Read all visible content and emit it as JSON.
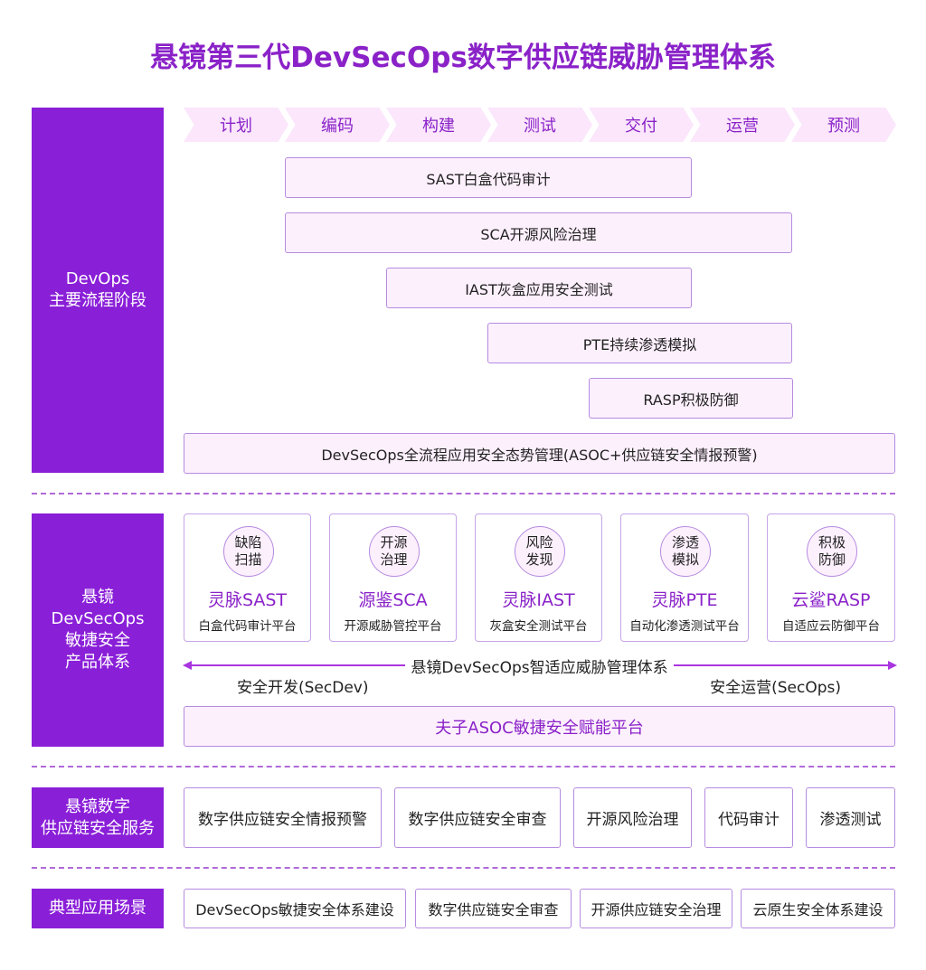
{
  "title": "悬镜第三代DevSecOps数字供应链威胁管理体系",
  "sections": {
    "devops": "DevOps\n主要流程阶段",
    "products": "悬镜\nDevSecOps\n敏捷安全\n产品体系",
    "services": "悬镜数字\n供应链安全服务",
    "scenarios": "典型应用场景"
  },
  "stages": [
    "计划",
    "编码",
    "构建",
    "测试",
    "交付",
    "运营",
    "预测"
  ],
  "bars": [
    "SAST白盒代码审计",
    "SCA开源风险治理",
    "IAST灰盒应用安全测试",
    "PTE持续渗透模拟",
    "RASP积极防御",
    "DevSecOps全流程应用安全态势管理(ASOC+供应链安全情报预警)"
  ],
  "products": [
    {
      "tag": "缺陷\n扫描",
      "name": "灵脉SAST",
      "desc": "白盒代码审计平台"
    },
    {
      "tag": "开源\n治理",
      "name": "源鉴SCA",
      "desc": "开源威胁管控平台"
    },
    {
      "tag": "风险\n发现",
      "name": "灵脉IAST",
      "desc": "灰盒安全测试平台"
    },
    {
      "tag": "渗透\n模拟",
      "name": "灵脉PTE",
      "desc": "自动化渗透测试平台"
    },
    {
      "tag": "积极\n防御",
      "name": "云鲨RASP",
      "desc": "自适应云防御平台"
    }
  ],
  "arrow_label": "悬镜DevSecOps智适应威胁管理体系",
  "secdev": "安全开发(SecDev)",
  "secops": "安全运营(SecOps)",
  "platform": "夫子ASOC敏捷安全赋能平台",
  "services": [
    "数字供应链安全情报预警",
    "数字供应链安全审查",
    "开源风险治理",
    "代码审计",
    "渗透测试"
  ],
  "scenarios": [
    "DevSecOps敏捷安全体系建设",
    "数字供应链安全审查",
    "开源供应链安全治理",
    "云原生安全体系建设"
  ],
  "colors": {
    "accent": "#8a1fd8",
    "fill": "#fdf0fd"
  }
}
